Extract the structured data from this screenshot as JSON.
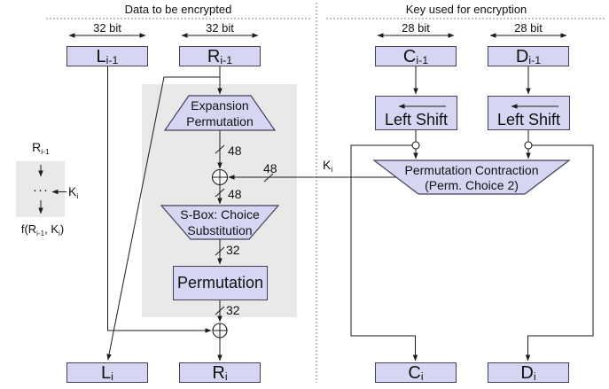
{
  "titles": {
    "data": "Data to be encrypted",
    "key": "Key used for encryption"
  },
  "bit_widths": {
    "l": "32 bit",
    "r": "32 bit",
    "c": "28 bit",
    "d": "28 bit"
  },
  "registers": {
    "l_prev": {
      "main": "L",
      "sub": "i-1"
    },
    "r_prev": {
      "main": "R",
      "sub": "i-1"
    },
    "c_prev": {
      "main": "C",
      "sub": "i-1"
    },
    "d_prev": {
      "main": "D",
      "sub": "i-1"
    },
    "l_next": {
      "main": "L",
      "sub": "i"
    },
    "r_next": {
      "main": "R",
      "sub": "i"
    },
    "c_next": {
      "main": "C",
      "sub": "i"
    },
    "d_next": {
      "main": "D",
      "sub": "i"
    }
  },
  "blocks": {
    "expansion": {
      "line1": "Expansion",
      "line2": "Permutation"
    },
    "sbox": {
      "line1": "S-Box: Choice",
      "line2": "Substitution"
    },
    "permutation": {
      "label": "Permutation"
    },
    "left_shift_c": {
      "label": "Left Shift"
    },
    "left_shift_d": {
      "label": "Left Shift"
    },
    "perm_contraction": {
      "line1": "Permutation Contraction",
      "line2": "(Perm. Choice 2)"
    }
  },
  "wire_labels": {
    "w48_after_expansion": "48",
    "w48_key": "48",
    "w48_into_sbox": "48",
    "w32_after_sbox": "32",
    "w32_after_perm": "32",
    "key": {
      "main": "K",
      "sub": "i"
    }
  },
  "legend": {
    "input": {
      "main": "R",
      "sub": "i-1"
    },
    "dots": "···",
    "key": {
      "main": "K",
      "sub": "i"
    },
    "output": {
      "p1": "f(R",
      "p2": "i-1",
      "p3": ", K",
      "p4": "i",
      "p5": ")"
    }
  },
  "colors": {
    "box-fill": "#d6d6f2",
    "box-border": "#41415c",
    "panel": "#e9e9e9",
    "wire": "#1c1c1c",
    "dashed": "#808080"
  }
}
